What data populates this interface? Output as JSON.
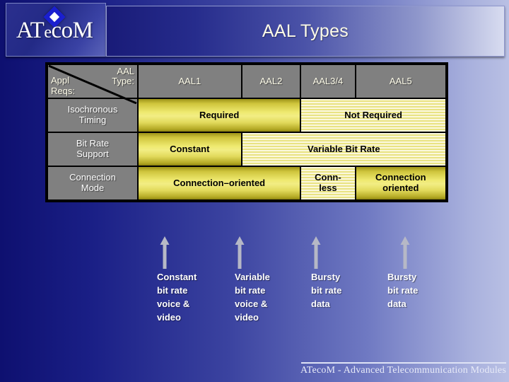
{
  "slide": {
    "title": "AAL Types",
    "logo": {
      "text_main": "AT",
      "text_e": "e",
      "text_co": "co",
      "text_m": "M",
      "full": "ATecoM",
      "diamond_color": "#1a1fd0"
    },
    "footer": {
      "text": "ATecoM - Advanced Telecommunication Modules"
    }
  },
  "table": {
    "corner": {
      "top_right": "AAL\nType:",
      "bottom_left": "Appl\nReqs:"
    },
    "columns": [
      "AAL1",
      "AAL2",
      "AAL3/4",
      "AAL5"
    ],
    "rows": [
      {
        "label": "Isochronous\nTiming",
        "cells": [
          {
            "text": "Required",
            "span": 2,
            "fill": "solid"
          },
          {
            "text": "Not Required",
            "span": 2,
            "fill": "striped"
          }
        ]
      },
      {
        "label": "Bit Rate\nSupport",
        "cells": [
          {
            "text": "Constant",
            "span": 1,
            "fill": "solid"
          },
          {
            "text": "Variable Bit Rate",
            "span": 3,
            "fill": "striped"
          }
        ]
      },
      {
        "label": "Connection\nMode",
        "cells": [
          {
            "text": "Connection–oriented",
            "span": 1,
            "fill": "solid"
          },
          {
            "text": "Conn-\nless",
            "span": 1,
            "fill": "striped"
          },
          {
            "text": "Connection\noriented",
            "span": 1,
            "fill": "solid"
          }
        ]
      }
    ]
  },
  "callouts": [
    {
      "icon": "up-arrow-icon",
      "text": "Constant\nbit rate\nvoice &\nvideo"
    },
    {
      "icon": "up-arrow-icon",
      "text": "Variable\nbit rate\nvoice &\nvideo"
    },
    {
      "icon": "up-arrow-icon",
      "text": "Bursty\nbit rate\ndata"
    },
    {
      "icon": "up-arrow-icon",
      "text": "Bursty\nbit rate\ndata"
    }
  ],
  "colors": {
    "background_left": "#0e1070",
    "background_right": "#b9c0e4",
    "header_cell": "#808080",
    "yellow_solid": "#eee96f",
    "yellow_striped_light": "#fbf8dd",
    "yellow_striped_dark": "#e9e383",
    "title_text": "#fdfbe8"
  }
}
